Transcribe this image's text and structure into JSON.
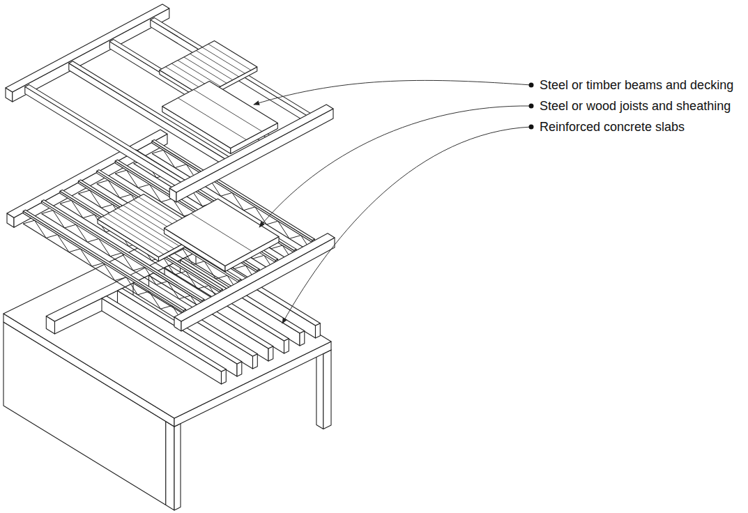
{
  "diagram": {
    "labels": [
      "Steel or timber beams and decking",
      "Steel or wood joists and sheathing",
      "Reinforced concrete slabs"
    ]
  }
}
